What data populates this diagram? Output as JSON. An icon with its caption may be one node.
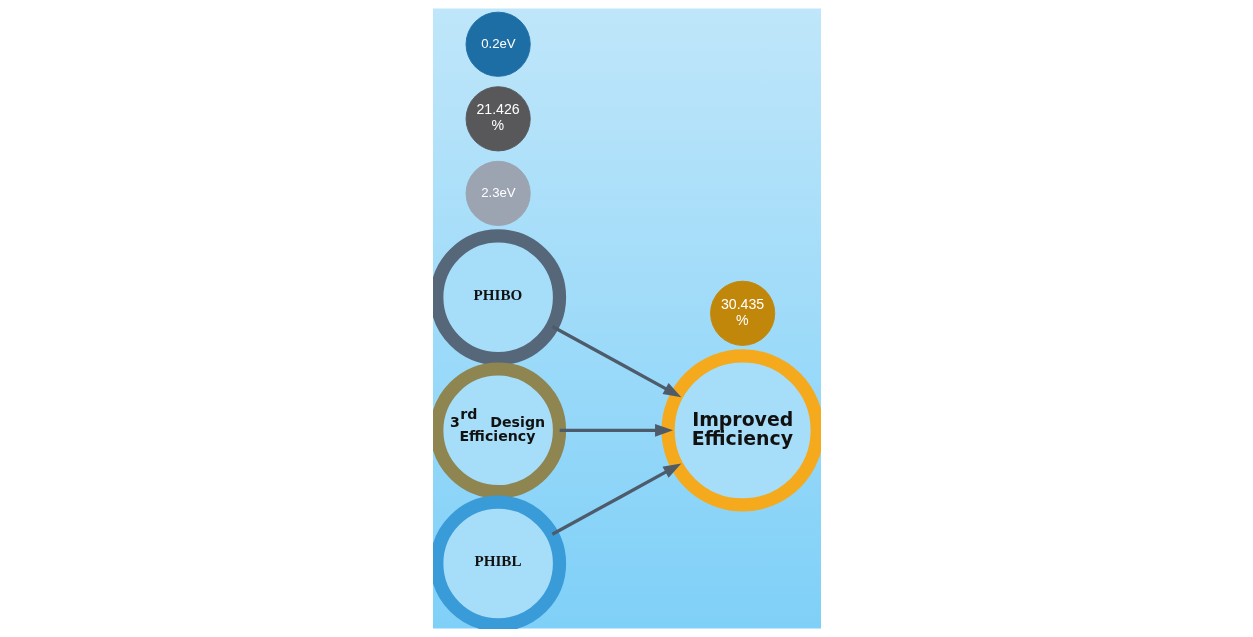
{
  "diagram": {
    "nodes": [
      {
        "text": [
          "PHIBO"
        ]
      },
      {
        "text": [
          "2.3eV"
        ]
      },
      {
        "text": [
          "3$^{rd}$ Design Efficiency"
        ]
      },
      {
        "text": [
          "21.426 %"
        ]
      },
      {
        "text": [
          "Improved Efficiency"
        ]
      },
      {
        "text": [
          "30.435 %"
        ]
      },
      {
        "text": [
          "PHIBL"
        ]
      },
      {
        "text": [
          "0.2eV"
        ]
      }
    ],
    "edges": [
      {
        "from": 0,
        "to": 4,
        "arrow": "to"
      },
      {
        "from": 2,
        "to": 4,
        "arrow": "to"
      },
      {
        "from": 6,
        "to": 4,
        "arrow": "to"
      }
    ]
  }
}
